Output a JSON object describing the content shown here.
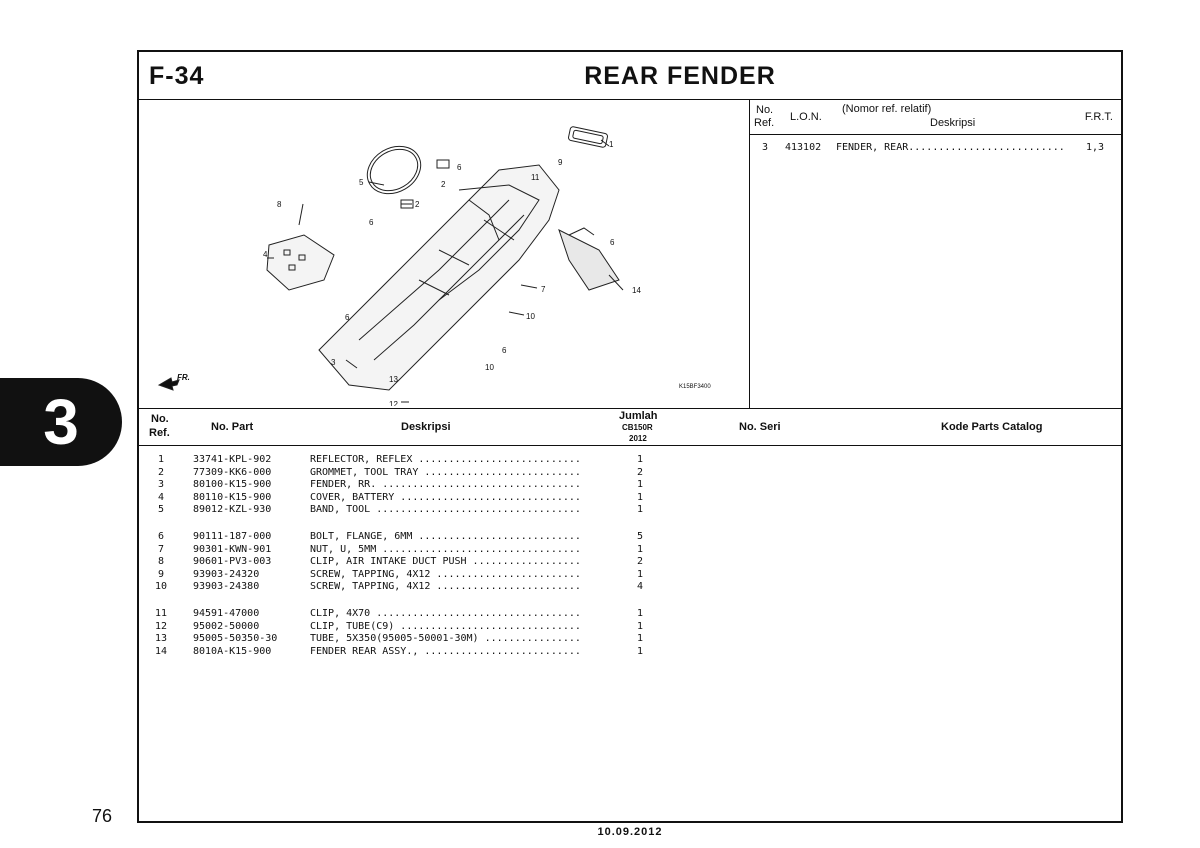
{
  "header": {
    "code": "F-34",
    "title": "REAR FENDER"
  },
  "section_tab": "3",
  "page_number": "76",
  "date": "10.09.2012",
  "diagram": {
    "fr_label": "FR.",
    "code": "K15BF3400",
    "callouts": [
      "1",
      "2",
      "2",
      "3",
      "4",
      "5",
      "6",
      "6",
      "6",
      "6",
      "6",
      "7",
      "8",
      "9",
      "10",
      "10",
      "11",
      "12",
      "13",
      "14"
    ]
  },
  "lon_table": {
    "headers": {
      "no": "No.",
      "ref": "Ref.",
      "lon": "L.O.N.",
      "nomor": "(Nomor ref. relatif)",
      "deskripsi": "Deskripsi",
      "frt": "F.R.T."
    },
    "rows": [
      {
        "no": "3",
        "lon": "413102",
        "desc": "FENDER, REAR..........................",
        "frt": "1,3"
      }
    ]
  },
  "parts_table": {
    "headers": {
      "no": "No.",
      "ref": "Ref.",
      "part": "No. Part",
      "desc": "Deskripsi",
      "jumlah": "Jumlah",
      "model": "CB150R",
      "year": "2012",
      "seri": "No. Seri",
      "catalog": "Kode Parts Catalog"
    },
    "rows": [
      {
        "ref": "1",
        "part": "33741-KPL-902",
        "desc": "REFLECTOR, REFLEX ...........................",
        "qty": "1"
      },
      {
        "ref": "2",
        "part": "77309-KK6-000",
        "desc": "GROMMET, TOOL TRAY ..........................",
        "qty": "2"
      },
      {
        "ref": "3",
        "part": "80100-K15-900",
        "desc": "FENDER, RR. .................................",
        "qty": "1"
      },
      {
        "ref": "4",
        "part": "80110-K15-900",
        "desc": "COVER, BATTERY ..............................",
        "qty": "1"
      },
      {
        "ref": "5",
        "part": "89012-KZL-930",
        "desc": "BAND, TOOL ..................................",
        "qty": "1"
      },
      {
        "ref": "6",
        "part": "90111-187-000",
        "desc": "BOLT, FLANGE, 6MM ...........................",
        "qty": "5"
      },
      {
        "ref": "7",
        "part": "90301-KWN-901",
        "desc": "NUT, U, 5MM .................................",
        "qty": "1"
      },
      {
        "ref": "8",
        "part": "90601-PV3-003",
        "desc": "CLIP, AIR INTAKE DUCT PUSH ..................",
        "qty": "2"
      },
      {
        "ref": "9",
        "part": "93903-24320",
        "desc": "SCREW, TAPPING, 4X12 ........................",
        "qty": "1"
      },
      {
        "ref": "10",
        "part": "93903-24380",
        "desc": "SCREW, TAPPING, 4X12 ........................",
        "qty": "4"
      },
      {
        "ref": "11",
        "part": "94591-47000",
        "desc": "CLIP, 4X70 ..................................",
        "qty": "1"
      },
      {
        "ref": "12",
        "part": "95002-50000",
        "desc": "CLIP, TUBE(C9) ..............................",
        "qty": "1"
      },
      {
        "ref": "13",
        "part": "95005-50350-30",
        "desc": "TUBE, 5X350(95005-50001-30M) ................",
        "qty": "1"
      },
      {
        "ref": "14",
        "part": "8010A-K15-900",
        "desc": "FENDER REAR ASSY., ..........................",
        "qty": "1"
      }
    ]
  }
}
